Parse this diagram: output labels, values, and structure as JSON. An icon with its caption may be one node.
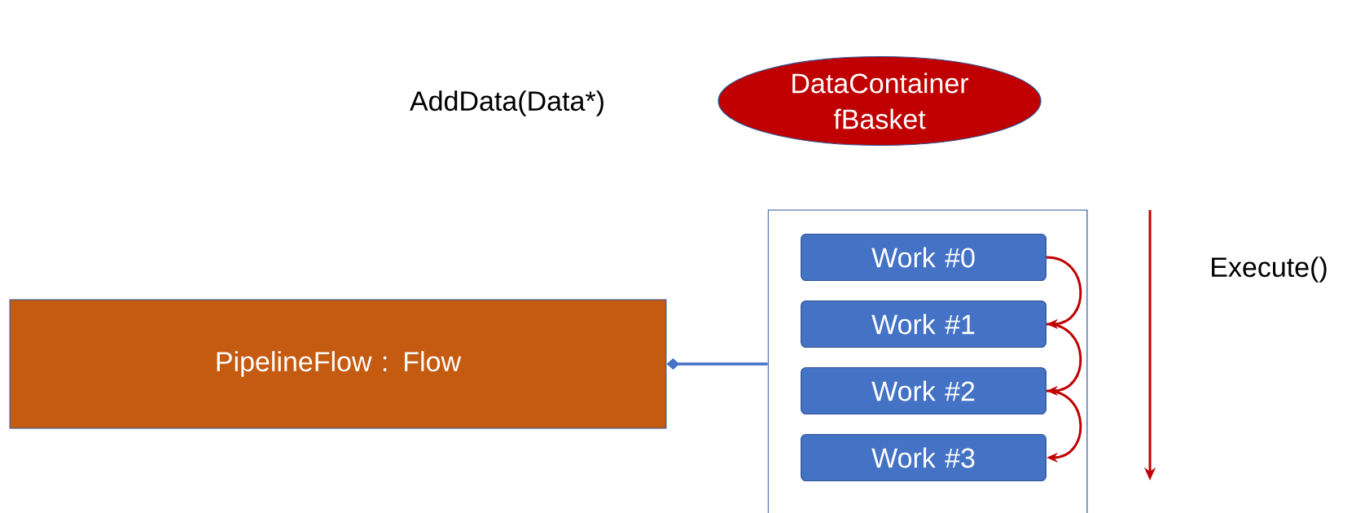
{
  "diagram": {
    "nodes": [
      {
        "text": [
          "DataContainer fBasket"
        ]
      },
      {
        "text": [
          "PipelineFlow : Flow"
        ]
      },
      {
        "text": [],
        "shape": "box"
      },
      {
        "text": [
          "Work #0"
        ],
        "in": 2
      },
      {
        "text": [
          "Work #1"
        ],
        "in": 2
      },
      {
        "text": [
          "Work #2"
        ],
        "in": 2
      },
      {
        "text": [
          "Work #3"
        ],
        "in": 2
      }
    ],
    "edges": [
      {
        "from": 1,
        "to": 2,
        "arrow": "other",
        "color": "#4472c4"
      },
      {
        "from": 3,
        "to": 4,
        "arrow": "to"
      },
      {
        "from": 4,
        "to": 5,
        "arrow": "to"
      },
      {
        "from": 5,
        "to": 6,
        "arrow": "to"
      }
    ],
    "labels": [
      "AddData(Data*)",
      "Execute()"
    ]
  }
}
